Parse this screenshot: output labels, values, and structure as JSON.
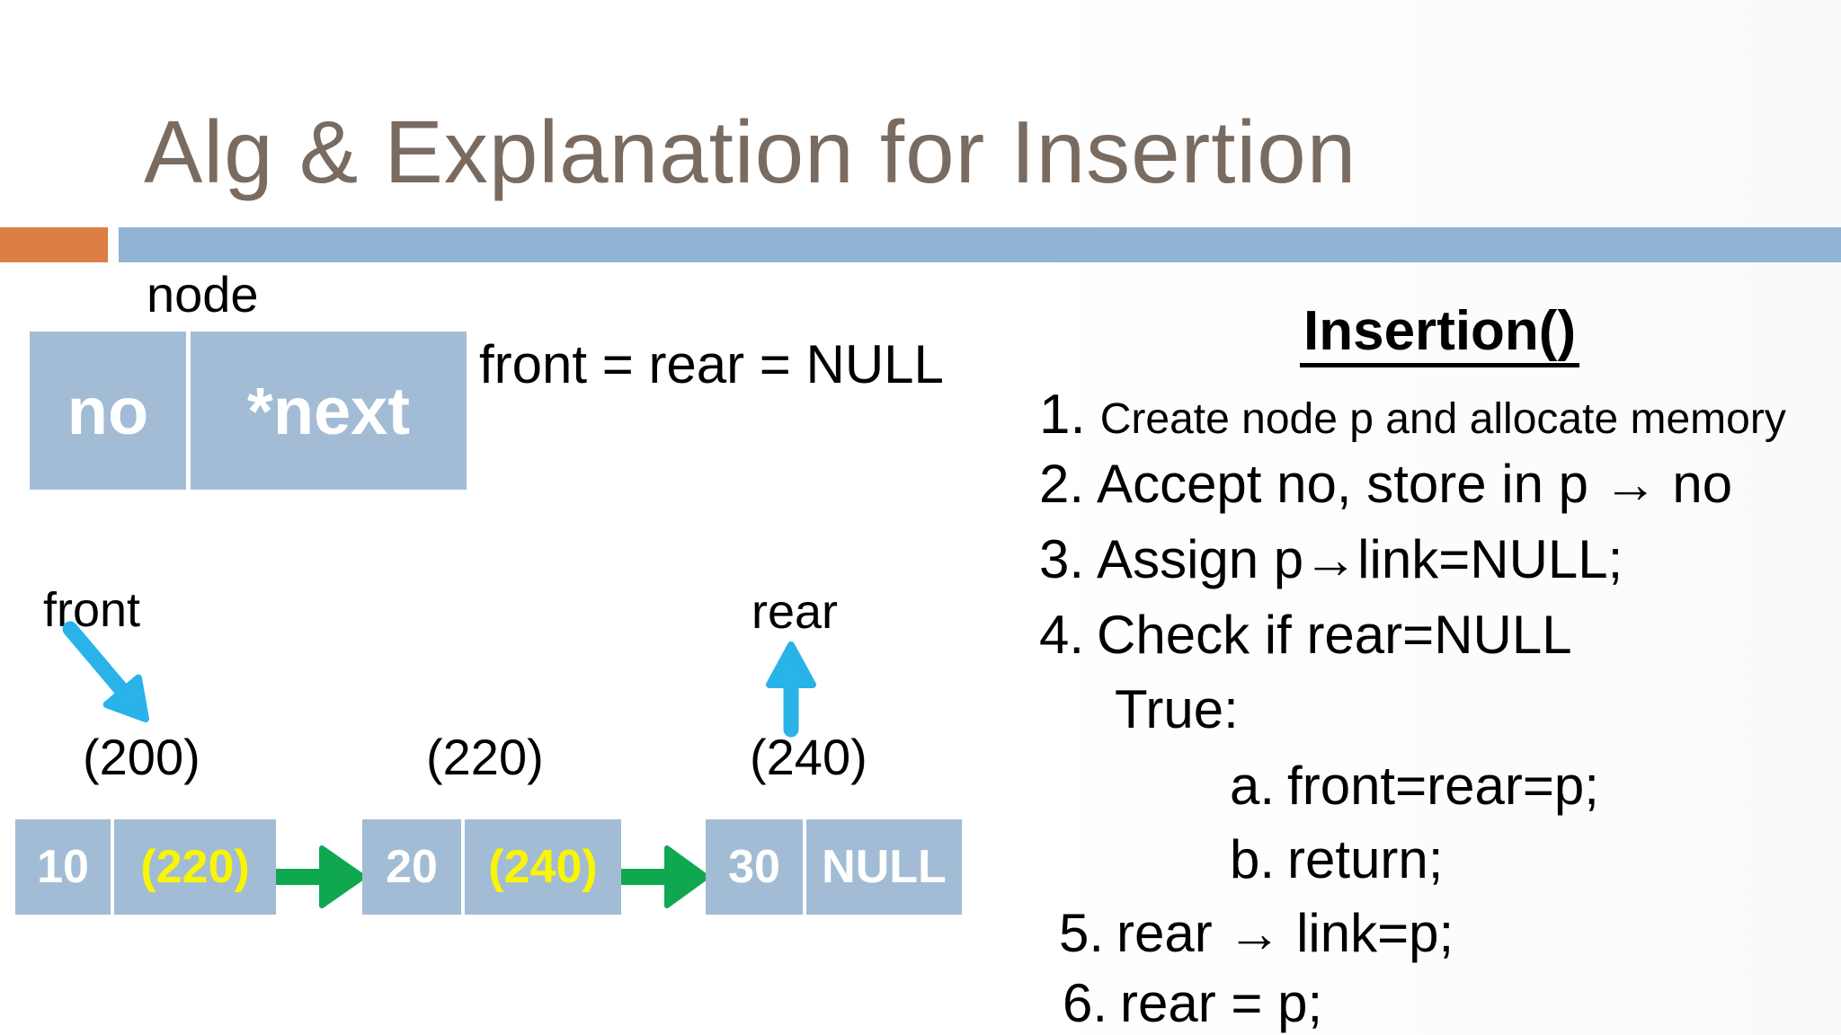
{
  "slide": {
    "title": "Alg & Explanation for Insertion"
  },
  "colors": {
    "title_brown": "#7a6b61",
    "accent_orange": "#dd7e44",
    "accent_bar_blue": "#92b4d4",
    "node_box_blue": "#a3bcd5",
    "pointer_text_yellow": "#f8f600",
    "link_arrow_green": "#0fa850",
    "pointer_arrow_cyan": "#29b3e8"
  },
  "struct": {
    "label": "node",
    "field_data": "no",
    "field_next": "*next",
    "note": "front = rear = NULL"
  },
  "list": {
    "front_label": "front",
    "rear_label": "rear",
    "addresses": [
      "(200)",
      "(220)",
      "(240)"
    ],
    "nodes": [
      {
        "data": "10",
        "next": "(220)"
      },
      {
        "data": "20",
        "next": "(240)"
      },
      {
        "data": "30",
        "next": "NULL"
      }
    ]
  },
  "algorithm": {
    "title": "Insertion()",
    "steps": [
      {
        "marker": "1.",
        "text": "Create node p and allocate memory"
      },
      {
        "marker": "2.",
        "text": "Accept no, store in p → no"
      },
      {
        "marker": "3.",
        "text": "Assign p→link=NULL;"
      },
      {
        "marker": "4.",
        "text": "Check if rear=NULL"
      },
      {
        "marker": "",
        "text": "True:"
      },
      {
        "marker": "a.",
        "text": "front=rear=p;"
      },
      {
        "marker": "b.",
        "text": "return;"
      },
      {
        "marker": "5.",
        "text": "rear → link=p;"
      },
      {
        "marker": "6.",
        "text": "rear = p;"
      }
    ]
  }
}
